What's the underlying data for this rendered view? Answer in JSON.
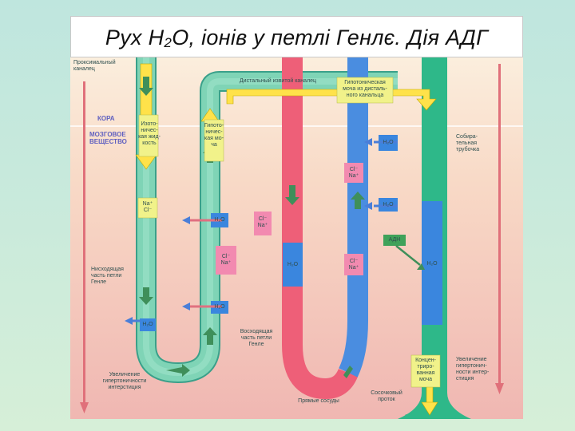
{
  "title": {
    "part1": "Рух Н",
    "sub": "2",
    "part2": "О, іонів  у петлі Генлє. Дія АДГ"
  },
  "labels": {
    "proximal_tubule": "Проксимальный\nканалец",
    "cortex": "КОРА",
    "medulla": "МОЗГОВОЕ\nВЕЩЕСТВО",
    "isotonic_fluid": "Изото-\nничес-\nкая жид-\nкость",
    "hypotonic_urine": "Гипото-\nничес-\nкая мо-\nча",
    "distal_tubule": "Дистальный извитой каналец",
    "hypotonic_urine_distal": "Гипотоническая\nмоча из дисталь-\nного канальца",
    "collecting_duct": "Собира-\nтельная\nтрубочка",
    "descending_limb": "Нисходящая\nчасть петли\nГенле",
    "ascending_limb": "Восходящая\nчасть петли\nГенле",
    "increasing_hypertonicity": "Увеличение\nгипертоничности\nинтерстиция",
    "increasing_hypertonicity_right": "Увеличение\nгипертонич-\nности интер-\nстиция",
    "straight_vessels": "Прямые сосуды",
    "papillary_duct": "Сосочковый\nпроток",
    "concentrated_urine": "Концен-\nтриро-\nванная\nмоча"
  },
  "boxes": {
    "na_cl": "Na⁺\nCl⁻",
    "h2o": "H₂O",
    "cl_na": "Cl⁻\nNa⁺",
    "adh": "АДН"
  },
  "colors": {
    "tubule_fill": "#7fd4b6",
    "tubule_edge": "#3aa08a",
    "red_vessel": "#ee5f78",
    "blue_vessel": "#4a8de0",
    "collecting_duct": "#2eb889",
    "arrow_yellow": "#ffe24a",
    "arrow_green": "#3f8f5a",
    "box_yellow": "#f1f28a",
    "box_pink": "#f28ab0",
    "box_blue": "#3a86de",
    "box_green": "#3fa25a",
    "cortex_line": "#ffffff"
  }
}
